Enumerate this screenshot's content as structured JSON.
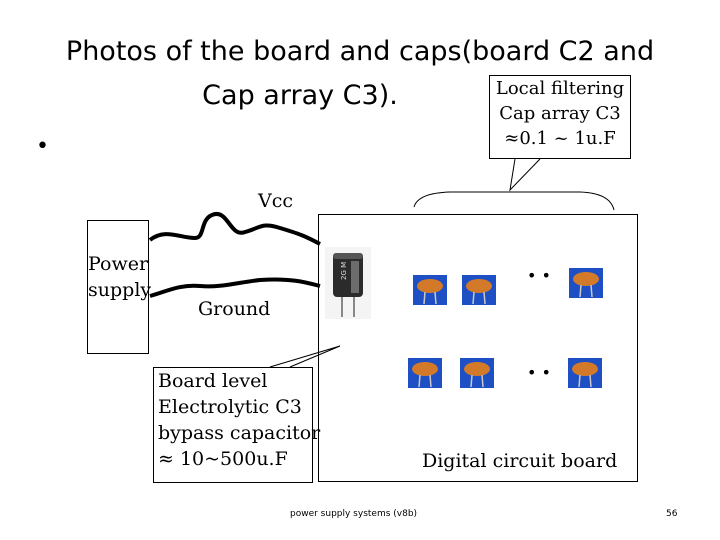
{
  "title": {
    "line1": "Photos of the board and caps(board C2 and",
    "line2": "Cap array C3)."
  },
  "bullet": "•",
  "callout_local": {
    "line1": "Local filtering",
    "line2": "Cap array C3",
    "line3": "≈0.1 ~ 1u.F"
  },
  "vcc_label": "Vcc",
  "power_supply": {
    "line1": "Power",
    "line2": "supply"
  },
  "ground_label": "Ground",
  "callout_board": {
    "line1": "Board level",
    "line2": "Electrolytic C3",
    "line3": "bypass capacitor",
    "line4": "≈ 10~500u.F"
  },
  "board_label": "Digital circuit board",
  "dots": "• •",
  "footer": "power supply systems (v8b)",
  "page_number": "56",
  "colors": {
    "cap_background": "#1e4fc4",
    "cap_body": "#d27a2a",
    "electrolytic_body": "#2b2b2b"
  }
}
